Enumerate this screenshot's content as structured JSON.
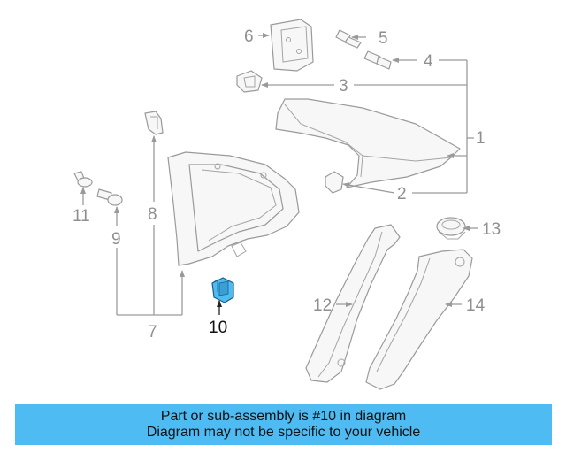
{
  "diagram": {
    "callouts": {
      "c1": "1",
      "c2": "2",
      "c3": "3",
      "c4": "4",
      "c5": "5",
      "c6": "6",
      "c7": "7",
      "c8": "8",
      "c9": "9",
      "c10": "10",
      "c11": "11",
      "c12": "12",
      "c13": "13",
      "c14": "14"
    },
    "highlighted_part": "10",
    "colors": {
      "highlight": "#4ebcf2",
      "line": "#9a9a9a",
      "banner": "#4ebcf2"
    }
  },
  "banner": {
    "line1": "Part or sub-assembly is #10 in diagram",
    "line2": "Diagram may not be specific to your vehicle"
  }
}
